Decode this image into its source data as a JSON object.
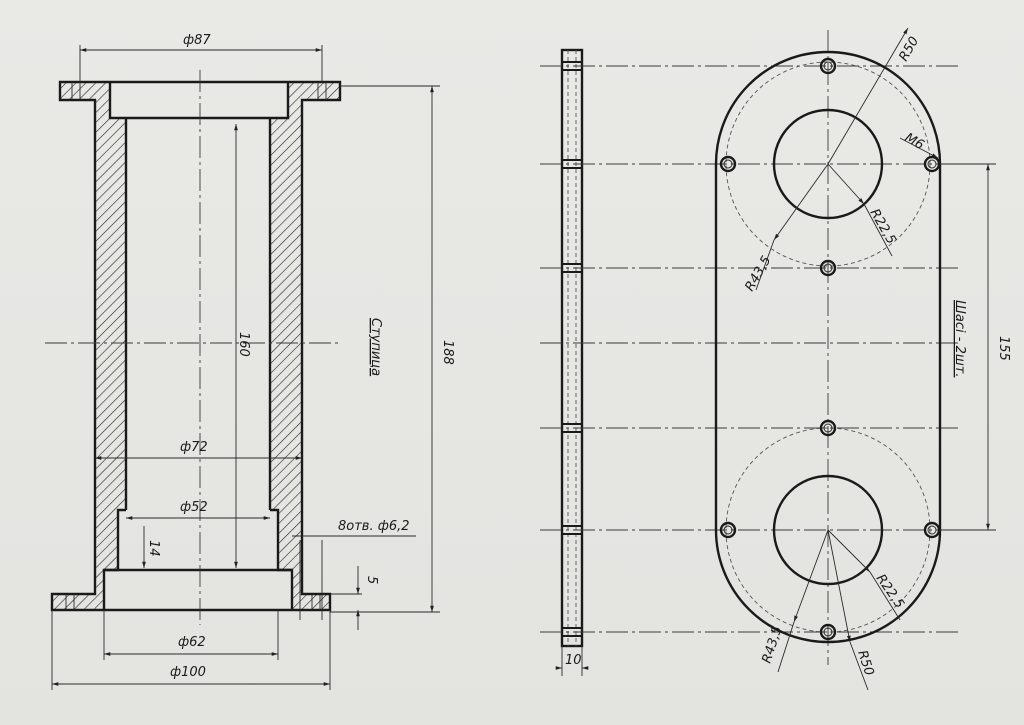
{
  "drawing": {
    "title": "Ступица",
    "labels": {
      "d87": "ф87",
      "l188": "188",
      "l160": "160",
      "d72": "ф72",
      "d52": "ф52",
      "holes": "8отв. ф6,2",
      "l14": "14",
      "l5": "5",
      "d62": "ф62",
      "d100": "ф100",
      "thk10": "10",
      "r50_top": "R50",
      "m6": "M6",
      "r225_top": "R22,5",
      "r435_top": "R43,5",
      "l155": "155",
      "qty": "Шасі - 2шт.",
      "r225_bot": "R22,5",
      "r435_bot": "R43,5",
      "r50_bot": "R50"
    }
  }
}
